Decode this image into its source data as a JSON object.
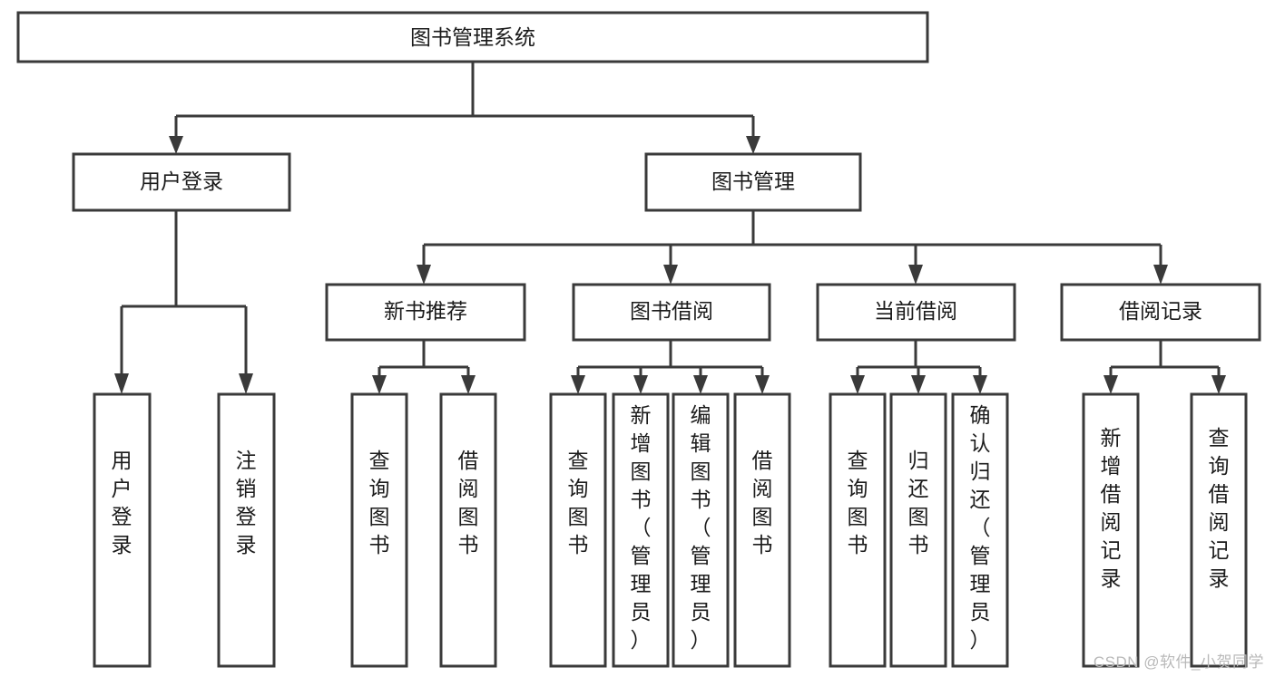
{
  "diagram": {
    "type": "tree",
    "title": "图书管理系统",
    "watermark": "CSDN @软件_小贺同学",
    "root": {
      "label": "图书管理系统"
    },
    "level2": [
      {
        "id": "user-login",
        "label": "用户登录"
      },
      {
        "id": "book-manage",
        "label": "图书管理"
      }
    ],
    "level3": [
      {
        "id": "new-book-recommend",
        "label": "新书推荐",
        "parent": "book-manage"
      },
      {
        "id": "book-borrow",
        "label": "图书借阅",
        "parent": "book-manage"
      },
      {
        "id": "current-borrow",
        "label": "当前借阅",
        "parent": "book-manage"
      },
      {
        "id": "borrow-record",
        "label": "借阅记录",
        "parent": "book-manage"
      }
    ],
    "leaves": {
      "user-login": [
        {
          "id": "leaf-user-login",
          "label": "用户登录"
        },
        {
          "id": "leaf-user-logout",
          "label": "注销登录"
        }
      ],
      "new-book-recommend": [
        {
          "id": "leaf-query-book-1",
          "label": "查询图书"
        },
        {
          "id": "leaf-borrow-book-1",
          "label": "借阅图书"
        }
      ],
      "book-borrow": [
        {
          "id": "leaf-query-book-2",
          "label": "查询图书"
        },
        {
          "id": "leaf-add-book",
          "label": "新增图书（管理员）"
        },
        {
          "id": "leaf-edit-book",
          "label": "编辑图书（管理员）"
        },
        {
          "id": "leaf-borrow-book-2",
          "label": "借阅图书"
        }
      ],
      "current-borrow": [
        {
          "id": "leaf-query-book-3",
          "label": "查询图书"
        },
        {
          "id": "leaf-return-book",
          "label": "归还图书"
        },
        {
          "id": "leaf-confirm-return",
          "label": "确认归还（管理员）"
        }
      ],
      "borrow-record": [
        {
          "id": "leaf-add-record",
          "label": "新增借阅记录"
        },
        {
          "id": "leaf-query-record",
          "label": "查询借阅记录"
        }
      ]
    },
    "colors": {
      "stroke": "#3a3a3a",
      "fill": "#ffffff",
      "text": "#1b1b1b",
      "watermark": "#b9b9b9"
    }
  }
}
